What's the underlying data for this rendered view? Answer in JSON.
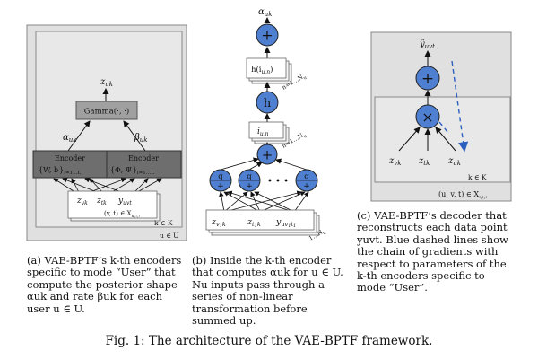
{
  "panel_a": {
    "z_uk": "z",
    "z_uk_sub": "uk",
    "gamma_label": "Gamma(·, ·)",
    "alpha_uk": "α",
    "alpha_uk_sub": "uk",
    "beta_uk": "β",
    "beta_uk_sub": "uk",
    "encoder_label": "Encoder",
    "encoder_left_params": "{W",
    "encoder_left_params_rest": ", b",
    "encoder_left_range": "l=1…L",
    "encoder_right_params": "{Φ",
    "encoder_right_params_rest": ", Ψ",
    "encoder_right_range": "l=1…L",
    "inputs_z_vk": "z",
    "inputs_z_vk_sub": "vk",
    "inputs_z_tk": "z",
    "inputs_z_tk_sub": "tk",
    "inputs_y": "y",
    "inputs_y_sub": "uvt",
    "set_label": "(v, t) ∈ X",
    "set_label_sub": "u,:,:",
    "k_label": "k ∈ K",
    "u_label": "u ∈ U"
  },
  "panel_b": {
    "alpha_uk": "α",
    "alpha_uk_sub": "uk",
    "plus_symbol": "+",
    "h_stack_label": "h(i",
    "h_stack_label_sub": "u,n",
    "n_range_top": "n=1…N",
    "n_range_top_sub": "u",
    "h_label": "h",
    "i_label": "i",
    "i_label_sub": "u,n",
    "n_range_mid": "n=1…N",
    "n_range_mid_sub": "u",
    "q_label": "q",
    "dots": "• • •",
    "input_z_v": "z",
    "input_z_v_sub": "v",
    "input_z_t": "z",
    "input_z_t_sub": "t",
    "input_y": "y",
    "input_y_sub": "uv",
    "n_range_bottom": "1…N",
    "n_range_bottom_sub": "u"
  },
  "panel_c": {
    "y_hat": "ŷ",
    "y_hat_sub": "uvt",
    "plus_symbol": "+",
    "times_symbol": "×",
    "z_vk": "z",
    "z_vk_sub": "vk",
    "z_tk": "z",
    "z_tk_sub": "tk",
    "z_uk": "z",
    "z_uk_sub": "uk",
    "k_label": "k ∈ K",
    "set_label": "(u, v, t) ∈ X",
    "set_label_sub": ":,:,:"
  },
  "captions": {
    "a": "(a) VAE-BPTF’s k-th encoders specific to mode “User” that compute the posterior shape αuk and rate βuk for each user u ∈ U.",
    "b": "(b) Inside the k-th encoder that computes αuk for u ∈ U. Nu inputs pass through a series of non-linear transformation before summed up.",
    "c": "(c) VAE-BPTF’s decoder that reconstructs each data point yuvt. Blue dashed lines show the chain of gradients with respect to parameters of the k-th encoders specific to mode “User”.",
    "figure": "Fig. 1: The architecture of the VAE-BPTF framework."
  },
  "colors": {
    "node_blue": "#4f7fd0",
    "panel_gray": "#e0e0e0",
    "encoder_dark": "#6e6e6e",
    "gamma_mid": "#a0a0a0",
    "dashed_blue": "#2d5fc0"
  }
}
